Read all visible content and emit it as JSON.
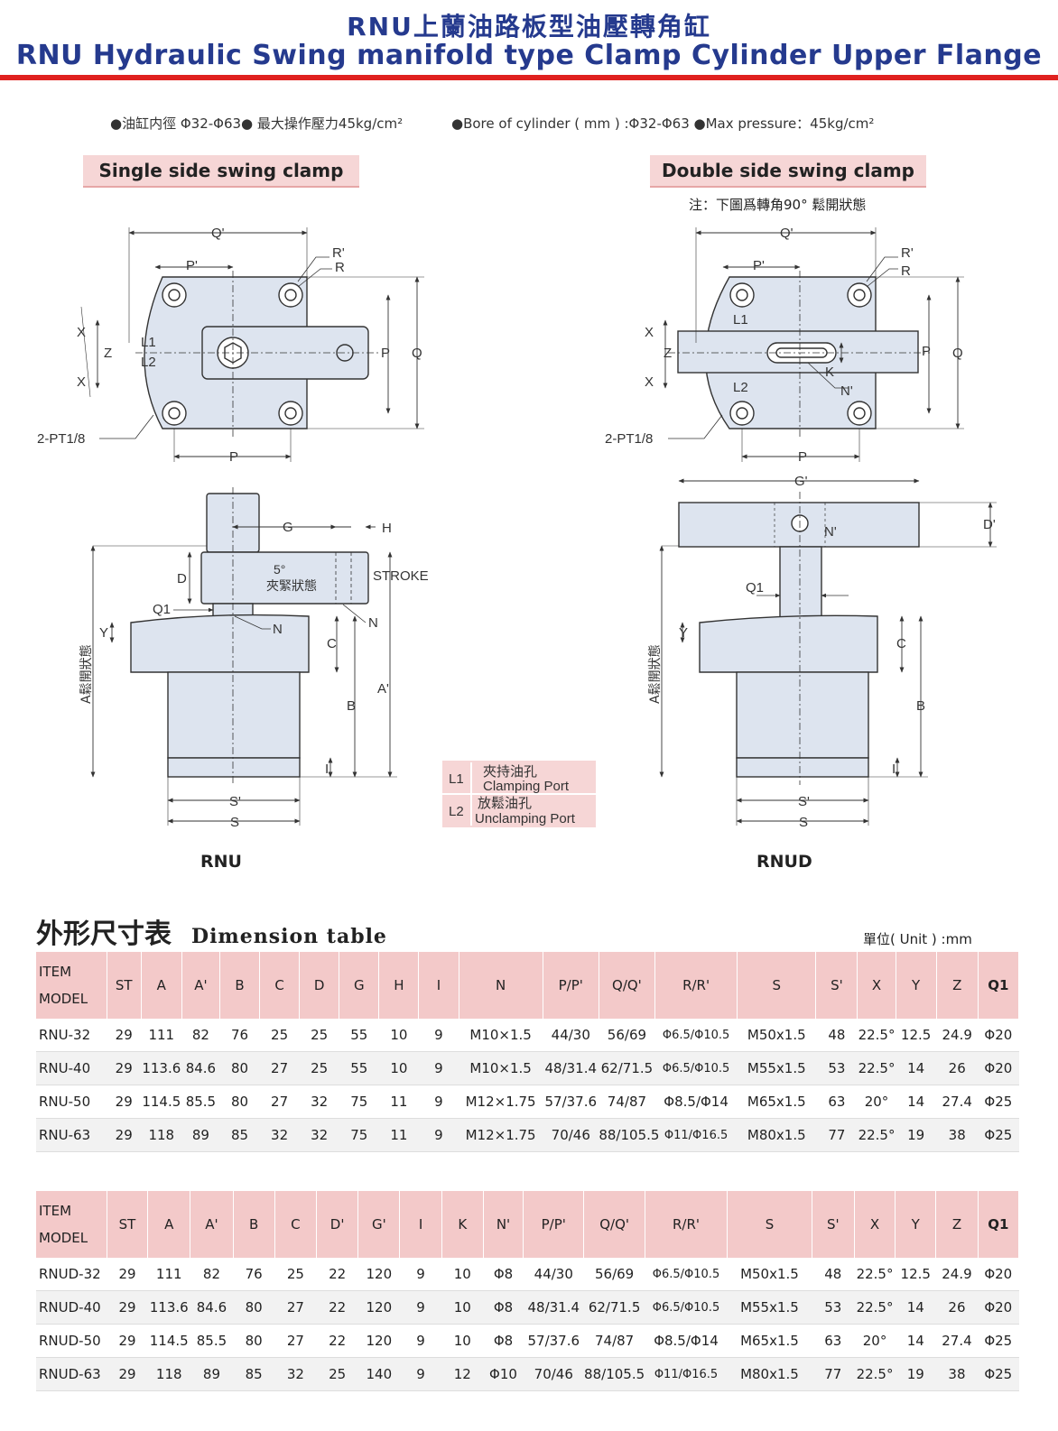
{
  "title_zh": "RNU上蘭油路板型油壓轉角缸",
  "title_en": "RNU Hydraulic Swing manifold type Clamp Cylinder Upper Flange",
  "specs": {
    "zh": "●油缸内徑 Φ32-Φ63● 最大操作壓力45kg/cm²",
    "en": "●Bore of cylinder ( mm ) :Φ32-Φ63 ●Max pressure：45kg/cm²"
  },
  "single_title": "Single side swing clamp",
  "double_title": "Double side swing clamp",
  "double_note": "注：下圖爲轉角90° 鬆開狀態",
  "drawing_labels": {
    "q_prime": "Q'",
    "p_prime": "P'",
    "r_prime": "R'",
    "r": "R",
    "p": "P",
    "q": "Q",
    "x": "X",
    "z": "Z",
    "l1": "L1",
    "l2": "L2",
    "port": "2-PT1/8",
    "g": "G",
    "h": "H",
    "d": "D",
    "five_deg": "5°",
    "clamped": "夾緊狀態",
    "stroke": "STROKE",
    "q1": "Q1",
    "n": "N",
    "y": "Y",
    "c": "C",
    "a_prime": "A'",
    "b": "B",
    "a_open": "A鬆開狀態",
    "i": "I",
    "s_prime": "S'",
    "s": "S",
    "k": "K",
    "n_prime": "N'",
    "g_prime": "G'",
    "d_prime": "D'"
  },
  "legend": {
    "l1": "L1",
    "l1_zh": "夾持油孔",
    "l1_en": "Clamping Port",
    "l2": "L2",
    "l2_zh": "放鬆油孔",
    "l2_en": "Unclamping Port"
  },
  "model_rnu": "RNU",
  "model_rnud": "RNUD",
  "table_heading_zh": "外形尺寸表",
  "table_heading_en": "Dimension table",
  "unit": "單位( Unit ) :mm",
  "item_label": "ITEM",
  "model_label": "MODEL",
  "table1": {
    "headers": [
      "ST",
      "A",
      "A'",
      "B",
      "C",
      "D",
      "G",
      "H",
      "I",
      "N",
      "P/P'",
      "Q/Q'",
      "R/R'",
      "S",
      "S'",
      "X",
      "Y",
      "Z",
      "Q1"
    ],
    "rows": [
      [
        "RNU-32",
        "29",
        "111",
        "82",
        "76",
        "25",
        "25",
        "55",
        "10",
        "9",
        "M10×1.5",
        "44/30",
        "56/69",
        "Φ6.5/Φ10.5",
        "M50x1.5",
        "48",
        "22.5°",
        "12.5",
        "24.9",
        "Φ20"
      ],
      [
        "RNU-40",
        "29",
        "113.6",
        "84.6",
        "80",
        "27",
        "25",
        "55",
        "10",
        "9",
        "M10×1.5",
        "48/31.4",
        "62/71.5",
        "Φ6.5/Φ10.5",
        "M55x1.5",
        "53",
        "22.5°",
        "14",
        "26",
        "Φ20"
      ],
      [
        "RNU-50",
        "29",
        "114.5",
        "85.5",
        "80",
        "27",
        "32",
        "75",
        "11",
        "9",
        "M12×1.75",
        "57/37.6",
        "74/87",
        "Φ8.5/Φ14",
        "M65x1.5",
        "63",
        "20°",
        "14",
        "27.4",
        "Φ25"
      ],
      [
        "RNU-63",
        "29",
        "118",
        "89",
        "85",
        "32",
        "32",
        "75",
        "11",
        "9",
        "M12×1.75",
        "70/46",
        "88/105.5",
        "Φ11/Φ16.5",
        "M80x1.5",
        "77",
        "22.5°",
        "19",
        "38",
        "Φ25"
      ]
    ]
  },
  "table2": {
    "headers": [
      "ST",
      "A",
      "A'",
      "B",
      "C",
      "D'",
      "G'",
      "I",
      "K",
      "N'",
      "P/P'",
      "Q/Q'",
      "R/R'",
      "S",
      "S'",
      "X",
      "Y",
      "Z",
      "Q1"
    ],
    "rows": [
      [
        "RNUD-32",
        "29",
        "111",
        "82",
        "76",
        "25",
        "22",
        "120",
        "9",
        "10",
        "Φ8",
        "44/30",
        "56/69",
        "Φ6.5/Φ10.5",
        "M50x1.5",
        "48",
        "22.5°",
        "12.5",
        "24.9",
        "Φ20"
      ],
      [
        "RNUD-40",
        "29",
        "113.6",
        "84.6",
        "80",
        "27",
        "22",
        "120",
        "9",
        "10",
        "Φ8",
        "48/31.4",
        "62/71.5",
        "Φ6.5/Φ10.5",
        "M55x1.5",
        "53",
        "22.5°",
        "14",
        "26",
        "Φ20"
      ],
      [
        "RNUD-50",
        "29",
        "114.5",
        "85.5",
        "80",
        "27",
        "22",
        "120",
        "9",
        "10",
        "Φ8",
        "57/37.6",
        "74/87",
        "Φ8.5/Φ14",
        "M65x1.5",
        "63",
        "20°",
        "14",
        "27.4",
        "Φ25"
      ],
      [
        "RNUD-63",
        "29",
        "118",
        "89",
        "85",
        "32",
        "25",
        "140",
        "9",
        "12",
        "Φ10",
        "70/46",
        "88/105.5",
        "Φ11/Φ16.5",
        "M80x1.5",
        "77",
        "22.5°",
        "19",
        "38",
        "Φ25"
      ]
    ]
  }
}
